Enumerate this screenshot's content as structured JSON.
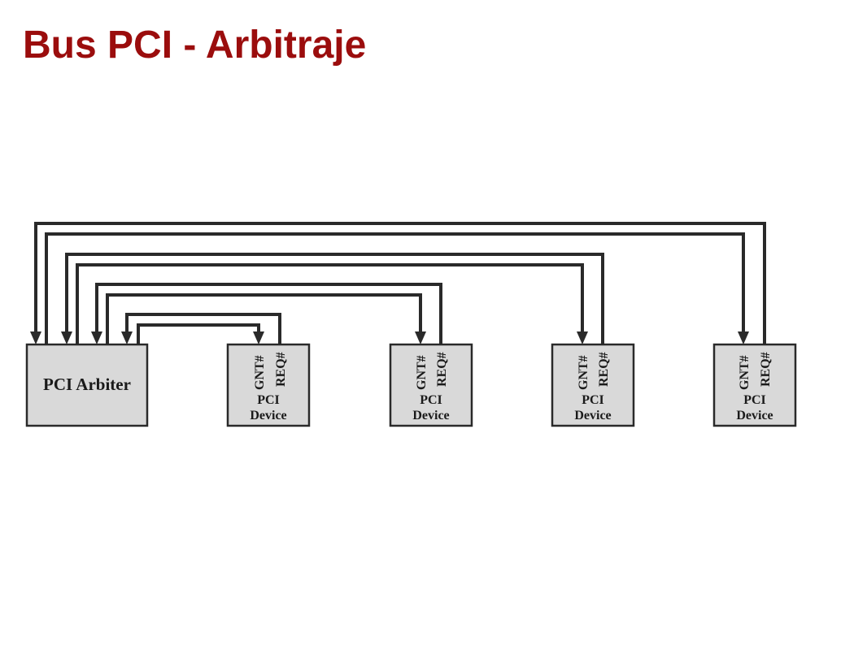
{
  "slide": {
    "title": "Bus PCI - Arbitraje"
  },
  "diagram": {
    "arbiter": {
      "label": "PCI Arbiter"
    },
    "devices": [
      {
        "gnt": "GNT#",
        "req": "REQ#",
        "line1": "PCI",
        "line2": "Device"
      },
      {
        "gnt": "GNT#",
        "req": "REQ#",
        "line1": "PCI",
        "line2": "Device"
      },
      {
        "gnt": "GNT#",
        "req": "REQ#",
        "line1": "PCI",
        "line2": "Device"
      },
      {
        "gnt": "GNT#",
        "req": "REQ#",
        "line1": "PCI",
        "line2": "Device"
      }
    ]
  },
  "colors": {
    "title": "#9b0d0d",
    "box_fill": "#d9d9d9",
    "line": "#2a2a2a"
  }
}
